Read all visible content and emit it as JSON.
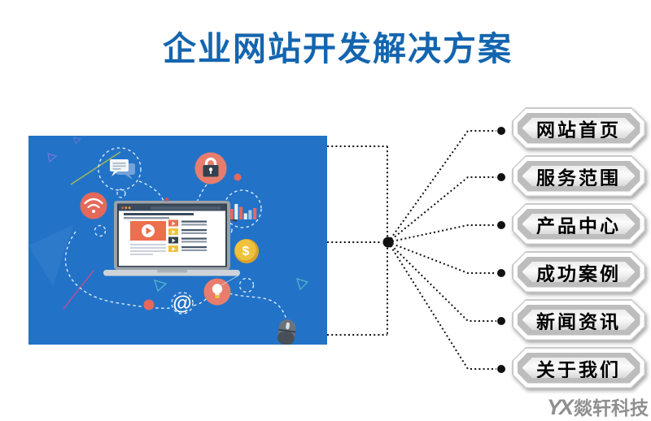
{
  "title": "企业网站开发解决方案",
  "menu": {
    "items": [
      {
        "label": "网站首页"
      },
      {
        "label": "服务范围"
      },
      {
        "label": "产品中心"
      },
      {
        "label": "成功案例"
      },
      {
        "label": "新闻资讯"
      },
      {
        "label": "关于我们"
      }
    ]
  },
  "watermark": {
    "logo": "YX",
    "brand": "燚轩科技"
  },
  "illustration": {
    "at_symbol": "@",
    "dollar_symbol": "$",
    "icons": [
      "chat-bubbles-icon",
      "wifi-icon",
      "lock-icon",
      "bar-chart-icon",
      "dollar-coin-icon",
      "laptop-browser-icon",
      "idea-bulb-icon",
      "at-symbol-icon",
      "mouse-icon"
    ]
  },
  "colors": {
    "title_blue": "#1465af",
    "illustration_bg": "#2273c8",
    "accent_salmon": "#e4695b",
    "accent_gold": "#eec23c",
    "laptop_navy": "#35414e",
    "connector_black": "#111111",
    "button_text": "#000000",
    "watermark_gray": "#8f8f8f"
  }
}
